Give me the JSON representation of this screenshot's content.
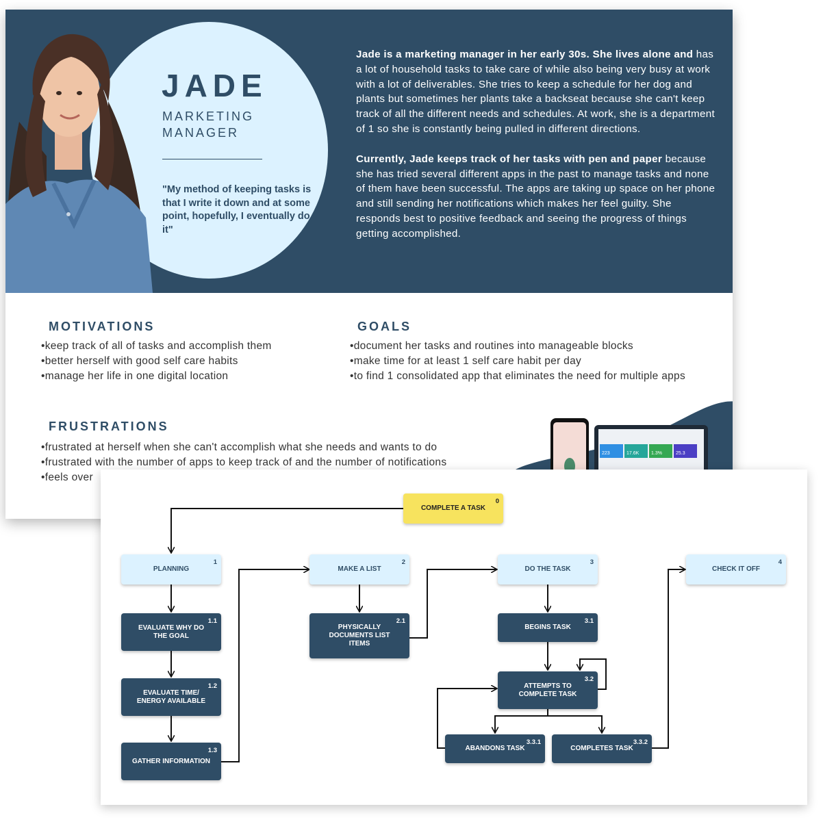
{
  "persona": {
    "name": "JADE",
    "role": "MARKETING MANAGER",
    "quote": "\"My method of keeping tasks is that I write it down and at some point, hopefully, I eventually do it\"",
    "bio_1_bold": "Jade is a marketing manager in her early 30s. She lives alone and",
    "bio_1_rest": "has a lot of household tasks to take care of while also being very busy at work with a lot of deliverables. She tries to keep a schedule for her dog and plants but sometimes her plants take a backseat because she can't keep track of all the different needs and schedules. At work, she is a department of 1 so she is constantly being pulled in different directions.",
    "bio_2_bold": "Currently, Jade keeps track of her tasks with pen and paper",
    "bio_2_rest": "because she has tried several different apps in the past to manage tasks and none of them have been successful. The apps are taking up space on her phone and still sending her notifications which makes her feel guilty. She responds best to positive feedback and seeing the progress of things getting accomplished.",
    "motivations": {
      "heading": "MOTIVATIONS",
      "items": [
        "keep track of all of tasks and accomplish them",
        "better herself with good self care habits",
        "manage her life in one digital location"
      ]
    },
    "goals": {
      "heading": "GOALS",
      "items": [
        "document her tasks and routines into manageable blocks",
        "make time for at least 1 self care habit per day",
        "to find 1 consolidated app that eliminates the need for multiple apps"
      ]
    },
    "frustrations": {
      "heading": "FRUSTRATIONS",
      "items": [
        "frustrated at herself when she can't accomplish what she needs and wants to do",
        "frustrated with the number of apps to keep track of and the number of notifications",
        "feels over"
      ]
    },
    "dashboard_stats": [
      "223",
      "17.6K",
      "1.3%",
      "25.3"
    ],
    "colors": {
      "navy": "#2f4d66",
      "light_blue": "#dcf2ff",
      "yellow": "#f7e35e"
    }
  },
  "flow": {
    "nodes": {
      "complete_task": {
        "label": "COMPLETE A TASK",
        "num": "0"
      },
      "planning": {
        "label": "PLANNING",
        "num": "1"
      },
      "evaluate_why": {
        "label": "EVALUATE WHY DO THE GOAL",
        "num": "1.1"
      },
      "evaluate_time": {
        "label": "EVALUATE TIME/ ENERGY AVAILABLE",
        "num": "1.2"
      },
      "gather_info": {
        "label": "GATHER INFORMATION",
        "num": "1.3"
      },
      "make_list": {
        "label": "MAKE A LIST",
        "num": "2"
      },
      "documents_list": {
        "label": "PHYSICALLY DOCUMENTS LIST ITEMS",
        "num": "2.1"
      },
      "do_task": {
        "label": "DO THE TASK",
        "num": "3"
      },
      "begins_task": {
        "label": "BEGINS TASK",
        "num": "3.1"
      },
      "attempts_task": {
        "label": "ATTEMPTS TO COMPLETE TASK",
        "num": "3.2"
      },
      "abandons_task": {
        "label": "ABANDONS TASK",
        "num": "3.3.1"
      },
      "completes_task": {
        "label": "COMPLETES TASK",
        "num": "3.3.2"
      },
      "check_off": {
        "label": "CHECK IT OFF",
        "num": "4"
      }
    }
  }
}
